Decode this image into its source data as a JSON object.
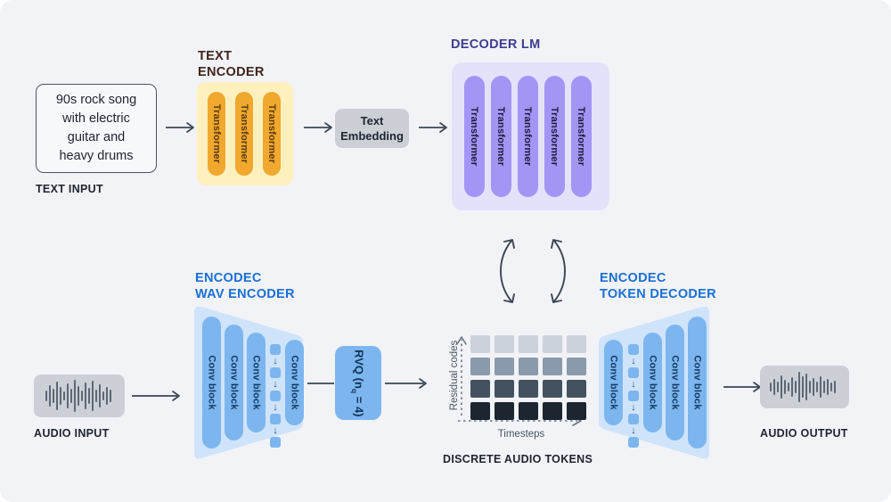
{
  "diagram": {
    "background": "#f2f3f7",
    "title_colors": {
      "text_encoder": "#41241c",
      "decoder_lm": "#3d3d91",
      "encodec": "#1a6fd4"
    }
  },
  "text_path": {
    "input": {
      "caption": "TEXT INPUT",
      "prompt": "90s rock song\nwith electric\nguitar and\nheavy drums"
    },
    "encoder": {
      "heading": "TEXT\nENCODER",
      "block_color": "#fff0bd",
      "bar_color": "#f0a82e",
      "bars": [
        {
          "label": "Transformer"
        },
        {
          "label": "Transformer"
        },
        {
          "label": "Transformer"
        }
      ]
    },
    "embedding": {
      "label": "Text\nEmbedding"
    },
    "decoder_lm": {
      "heading": "DECODER LM",
      "block_color": "#e4e1fa",
      "bar_color": "#a295f5",
      "bars": [
        {
          "label": "Transformer"
        },
        {
          "label": "Transformer"
        },
        {
          "label": "Transformer"
        },
        {
          "label": "Transformer"
        },
        {
          "label": "Transformer"
        }
      ]
    }
  },
  "audio_path": {
    "input": {
      "caption": "AUDIO INPUT",
      "icon": "audio-waveform-icon"
    },
    "wav_encoder": {
      "heading": "ENCODEC\nWAV ENCODER",
      "shell_color": "#cfe4fa",
      "bar_color": "#7db6ef",
      "bars": [
        {
          "label": "Conv block"
        },
        {
          "label": "Conv block"
        },
        {
          "label": "Conv block"
        },
        {
          "label": "Conv block"
        }
      ],
      "downsample_squares": 5,
      "downsample_arrows": 4
    },
    "rvq": {
      "label": "RVQ (n",
      "subscript": "q",
      "label_tail": " = 4)",
      "color": "#7db6ef"
    },
    "tokens": {
      "caption": "DISCRETE AUDIO TOKENS",
      "y_axis_label": "Residual codes",
      "x_axis_label": "Timesteps",
      "columns": 5,
      "rows": 4,
      "row_colors": [
        "#ccd2d9",
        "#8a99ab",
        "#44525f",
        "#1c2630"
      ]
    },
    "token_decoder": {
      "heading": "ENCODEC\nTOKEN DECODER",
      "shell_color": "#cfe4fa",
      "bar_color": "#7db6ef",
      "bars": [
        {
          "label": "Conv block"
        },
        {
          "label": "Conv block"
        },
        {
          "label": "Conv block"
        },
        {
          "label": "Conv block"
        }
      ],
      "downsample_squares": 5,
      "downsample_arrows": 4
    },
    "output": {
      "caption": "AUDIO OUTPUT",
      "icon": "audio-waveform-icon"
    }
  },
  "connectors": {
    "arrow_color": "#3a4652",
    "link_label": "bidirectional-link"
  }
}
